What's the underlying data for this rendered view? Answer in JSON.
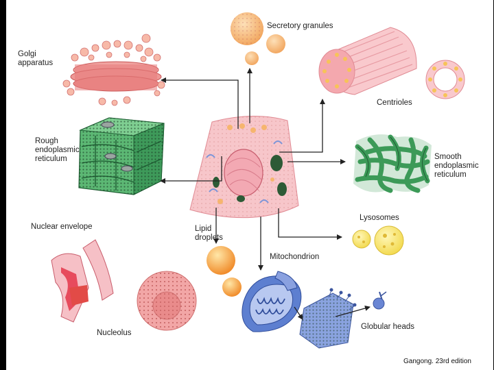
{
  "labels": {
    "golgi": "Golgi\napparatus",
    "secretory": "Secretory granules",
    "centrioles": "Centrioles",
    "rough_er": "Rough\nendoplasmic\nreticulum",
    "smooth_er": "Smooth\nendoplasmic\nreticulum",
    "nuclear_envelope": "Nuclear envelope",
    "lipid": "Lipid\ndroplets",
    "lysosomes": "Lysosomes",
    "mitochondrion": "Mitochondrion",
    "nucleolus": "Nucleolus",
    "globular": "Globular heads"
  },
  "credit": "Gangong. 23rd edition",
  "colors": {
    "background_frame": "#000000",
    "cell_pink": "#f6c3c8",
    "granule_orange": "#f6b56e",
    "er_green": "#3f9a5a",
    "mito_blue": "#5c7fd0",
    "lysosome_yellow": "#f6e36b",
    "golgi_red": "#e46d6d",
    "nucleolus_red": "#e78b8b"
  }
}
